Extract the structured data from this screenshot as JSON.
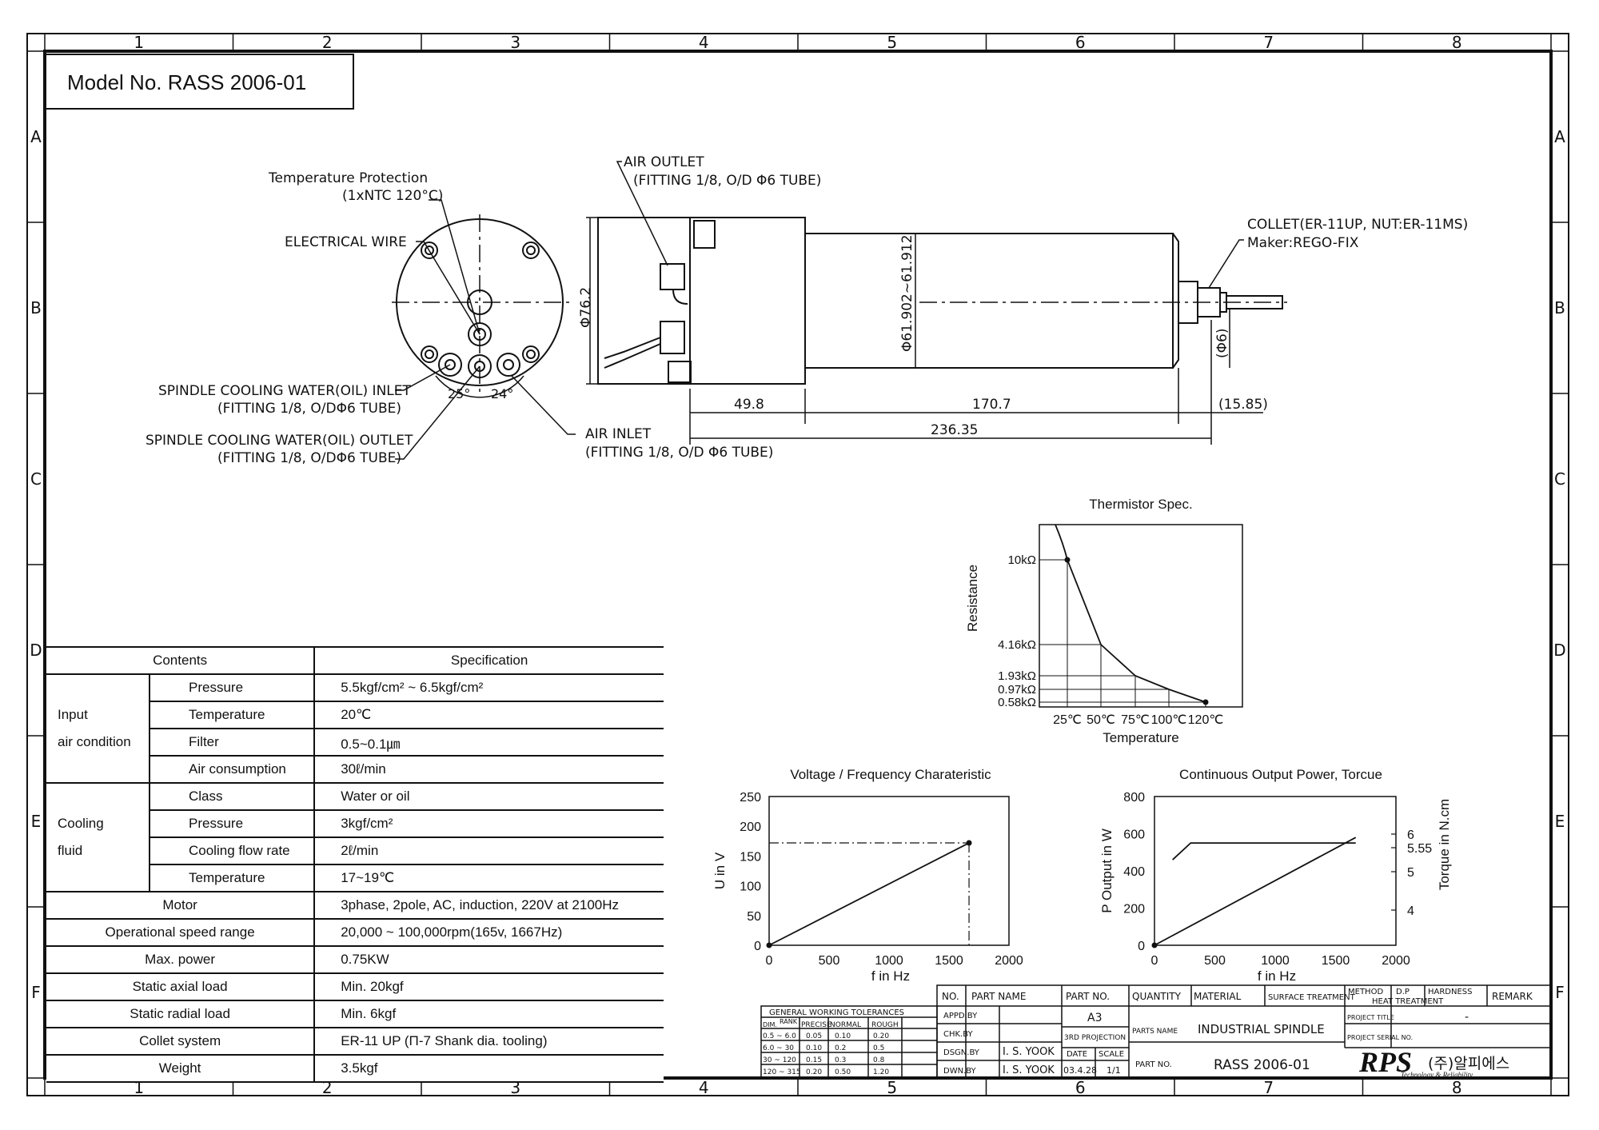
{
  "frame": {
    "col_numbers": [
      "1",
      "2",
      "3",
      "4",
      "5",
      "6",
      "7",
      "8"
    ],
    "row_letters": [
      "A",
      "B",
      "C",
      "D",
      "E",
      "F"
    ]
  },
  "model_label": "Model No. RASS 2006-01",
  "callouts": {
    "temp_protection": "Temperature Protection",
    "temp_protection_sub": "(1xNTC 120°C)",
    "electrical_wire": "ELECTRICAL WIRE",
    "air_outlet": "AIR OUTLET",
    "air_outlet_sub": "(FITTING 1/8, O/D Φ6 TUBE)",
    "collet": "COLLET(ER-11UP, NUT:ER-11MS)",
    "collet_maker": "Maker:REGO-FIX",
    "cooling_inlet": "SPINDLE COOLING WATER(OIL) INLET",
    "cooling_inlet_sub": "(FITTING 1/8, O/DΦ6 TUBE)",
    "cooling_outlet": "SPINDLE COOLING WATER(OIL) OUTLET",
    "cooling_outlet_sub": "(FITTING 1/8, O/DΦ6 TUBE)",
    "air_inlet": "AIR INLET",
    "air_inlet_sub": "(FITTING 1/8, O/D Φ6 TUBE)",
    "ang1": "25°",
    "ang2": "24°"
  },
  "dims": {
    "d76": "Φ76.2",
    "dbody": "Φ61.902~61.912",
    "d6": "(Φ6)",
    "l1": "49.8",
    "l2": "170.7",
    "l3": "(15.85)",
    "total": "236.35"
  },
  "spec_table": {
    "h_contents": "Contents",
    "h_spec": "Specification",
    "group_input": [
      "Input",
      "air condition"
    ],
    "group_cooling": [
      "Cooling",
      "fluid"
    ],
    "input_rows": [
      {
        "label": "Pressure",
        "value": "5.5kgf/cm² ~ 6.5kgf/cm²"
      },
      {
        "label": "Temperature",
        "value": "20℃"
      },
      {
        "label": "Filter",
        "value": "0.5~0.1㎛"
      },
      {
        "label": "Air consumption",
        "value": "30ℓ/min"
      }
    ],
    "cooling_rows": [
      {
        "label": "Class",
        "value": "Water or oil"
      },
      {
        "label": "Pressure",
        "value": "3kgf/cm²"
      },
      {
        "label": "Cooling flow rate",
        "value": "2ℓ/min"
      },
      {
        "label": "Temperature",
        "value": "17~19℃"
      }
    ],
    "rows": [
      {
        "label": "Motor",
        "value": "3phase, 2pole, AC, induction, 220V at 2100Hz"
      },
      {
        "label": "Operational speed range",
        "value": "20,000 ~ 100,000rpm(165v, 1667Hz)"
      },
      {
        "label": "Max. power",
        "value": "0.75KW"
      },
      {
        "label": "Static axial load",
        "value": "Min. 20kgf"
      },
      {
        "label": "Static radial load",
        "value": "Min. 6kgf"
      },
      {
        "label": "Collet system",
        "value": "ER-11 UP (Π-7 Shank dia. tooling)"
      },
      {
        "label": "Weight",
        "value": "3.5kgf"
      }
    ]
  },
  "chart_data": [
    {
      "type": "line",
      "title": "Thermistor Spec.",
      "xlabel": "Temperature",
      "ylabel": "Resistance",
      "x_ticks": [
        "25℃",
        "50℃",
        "75℃",
        "100℃",
        "120℃"
      ],
      "y_ticks": [
        "10kΩ",
        "4.16kΩ",
        "1.93kΩ",
        "0.97kΩ",
        "0.58kΩ"
      ],
      "x": [
        25,
        50,
        75,
        100,
        120
      ],
      "y": [
        10,
        4.16,
        1.93,
        0.97,
        0.58
      ]
    },
    {
      "type": "line",
      "title": "Voltage / Frequency Charateristic",
      "xlabel": "f in Hz",
      "ylabel": "U in V",
      "xlim": [
        0,
        2000
      ],
      "ylim": [
        0,
        250
      ],
      "x_ticks": [
        "0",
        "500",
        "1000",
        "1500",
        "2000"
      ],
      "y_ticks": [
        "0",
        "50",
        "100",
        "150",
        "200",
        "250"
      ],
      "x": [
        0,
        1667
      ],
      "y": [
        0,
        172
      ]
    },
    {
      "type": "line",
      "title": "Continuous Output Power, Torcue",
      "xlabel": "f in Hz",
      "ylabel": "P Output in W",
      "y2label": "Torque in N.cm",
      "xlim": [
        0,
        2000
      ],
      "ylim": [
        0,
        800
      ],
      "x_ticks": [
        "0",
        "500",
        "1000",
        "1500",
        "2000"
      ],
      "y_ticks": [
        "0",
        "200",
        "400",
        "600",
        "800"
      ],
      "y2_ticks": [
        "4",
        "5",
        "5.55",
        "6"
      ],
      "series": [
        {
          "x": [
            0,
            1667
          ],
          "y": [
            0,
            580
          ]
        },
        {
          "x": [
            150,
            300,
            1667
          ],
          "y": [
            460,
            550,
            550
          ]
        }
      ]
    }
  ],
  "title_block": {
    "tol_title": "GENERAL WORKING TOLERANCES",
    "tol_head": [
      "DIM.",
      "RANK",
      "PRECISE",
      "NORMAL",
      "ROUGH"
    ],
    "tol_rows": [
      [
        "0.5 ~ 6.0",
        "0.05",
        "0.10",
        "0.20"
      ],
      [
        "6.0 ~ 30",
        "0.10",
        "0.2",
        "0.5"
      ],
      [
        "30 ~ 120",
        "0.15",
        "0.3",
        "0.8"
      ],
      [
        "120 ~ 315",
        "0.20",
        "0.50",
        "1.20"
      ]
    ],
    "h_no": "NO.",
    "h_part_name": "PART NAME",
    "h_part_no": "PART NO.",
    "h_quantity": "QUANTITY",
    "h_material": "MATERIAL",
    "h_surface": "SURFACE TREATMENT",
    "h_heat": "HEAT TREATMENT",
    "h_method": "METHOD",
    "h_dp": "D.P",
    "h_hardness": "HARDNESS",
    "h_remark": "REMARK",
    "appd": "APPD.BY",
    "chkd": "CHK.BY",
    "dsgn": "DSGN.BY",
    "dwn": "DWN.BY",
    "dsgn_name": "I. S. YOOK",
    "dwn_name": "I. S. YOOK",
    "size": "A3",
    "projection": "3RD PROJECTION",
    "date_label": "DATE",
    "scale_label": "SCALE",
    "date": "03.4.28",
    "scale": "1/1",
    "parts_name_label": "PARTS NAME",
    "parts_name": "INDUSTRIAL SPINDLE",
    "part_no_label": "PART NO.",
    "part_no": "RASS 2006-01",
    "project_title_label": "PROJECT TITLE",
    "project_serial_label": "PROJECT SERIAL NO.",
    "project_title": "-",
    "logo": "RPS",
    "logo_korean": "(주)알피에스",
    "logo_tag": "Technology & Reliability"
  }
}
